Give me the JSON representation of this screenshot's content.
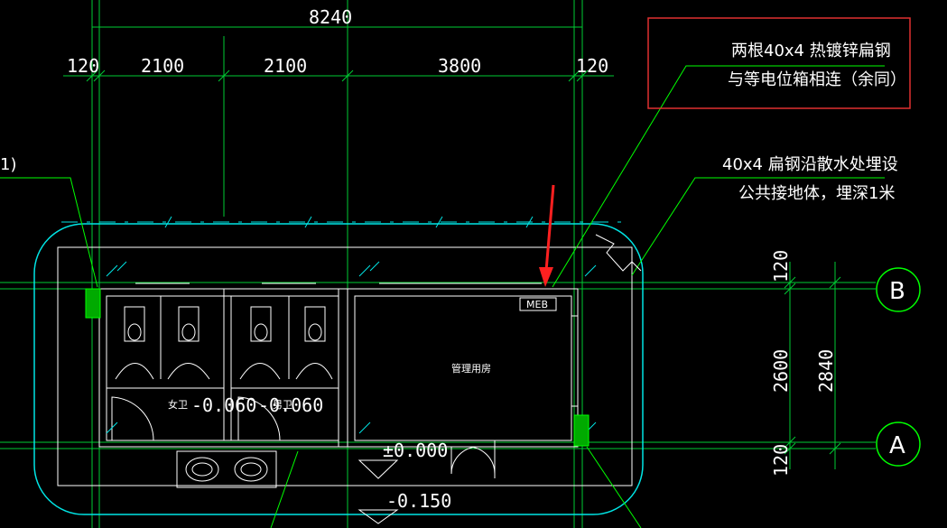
{
  "dimensions": {
    "total": "8240",
    "seg_left_margin": "120",
    "seg_1": "2100",
    "seg_2": "2100",
    "seg_3": "3800",
    "seg_right_margin": "120",
    "vert_top": "120",
    "vert_mid": "2600",
    "vert_total": "2840",
    "vert_bottom": "120"
  },
  "notes": {
    "boxed_line1": "两根40x4 热镀锌扁钢",
    "boxed_line2": "与等电位箱相连（余同）",
    "right_line1": "40x4 扁钢沿散水处埋设",
    "right_line2": "公共接地体，埋深1米",
    "left_fragment": "1)"
  },
  "labels": {
    "meb": "MEB",
    "room_manage": "管理用房",
    "female_toilet": "女卫",
    "male_toilet": "男卫"
  },
  "levels": {
    "l1": "-0.060",
    "l2": "-0.060",
    "l3": "±0.000",
    "l4": "-0.150"
  },
  "axes": {
    "b": "B",
    "a": "A"
  },
  "colors": {
    "grid": "#00ff00",
    "wall": "#ffffff",
    "cyan": "#00ffff",
    "red": "#ff2020",
    "axis_circle": "#00ff00",
    "hatch": "#00ff00"
  }
}
